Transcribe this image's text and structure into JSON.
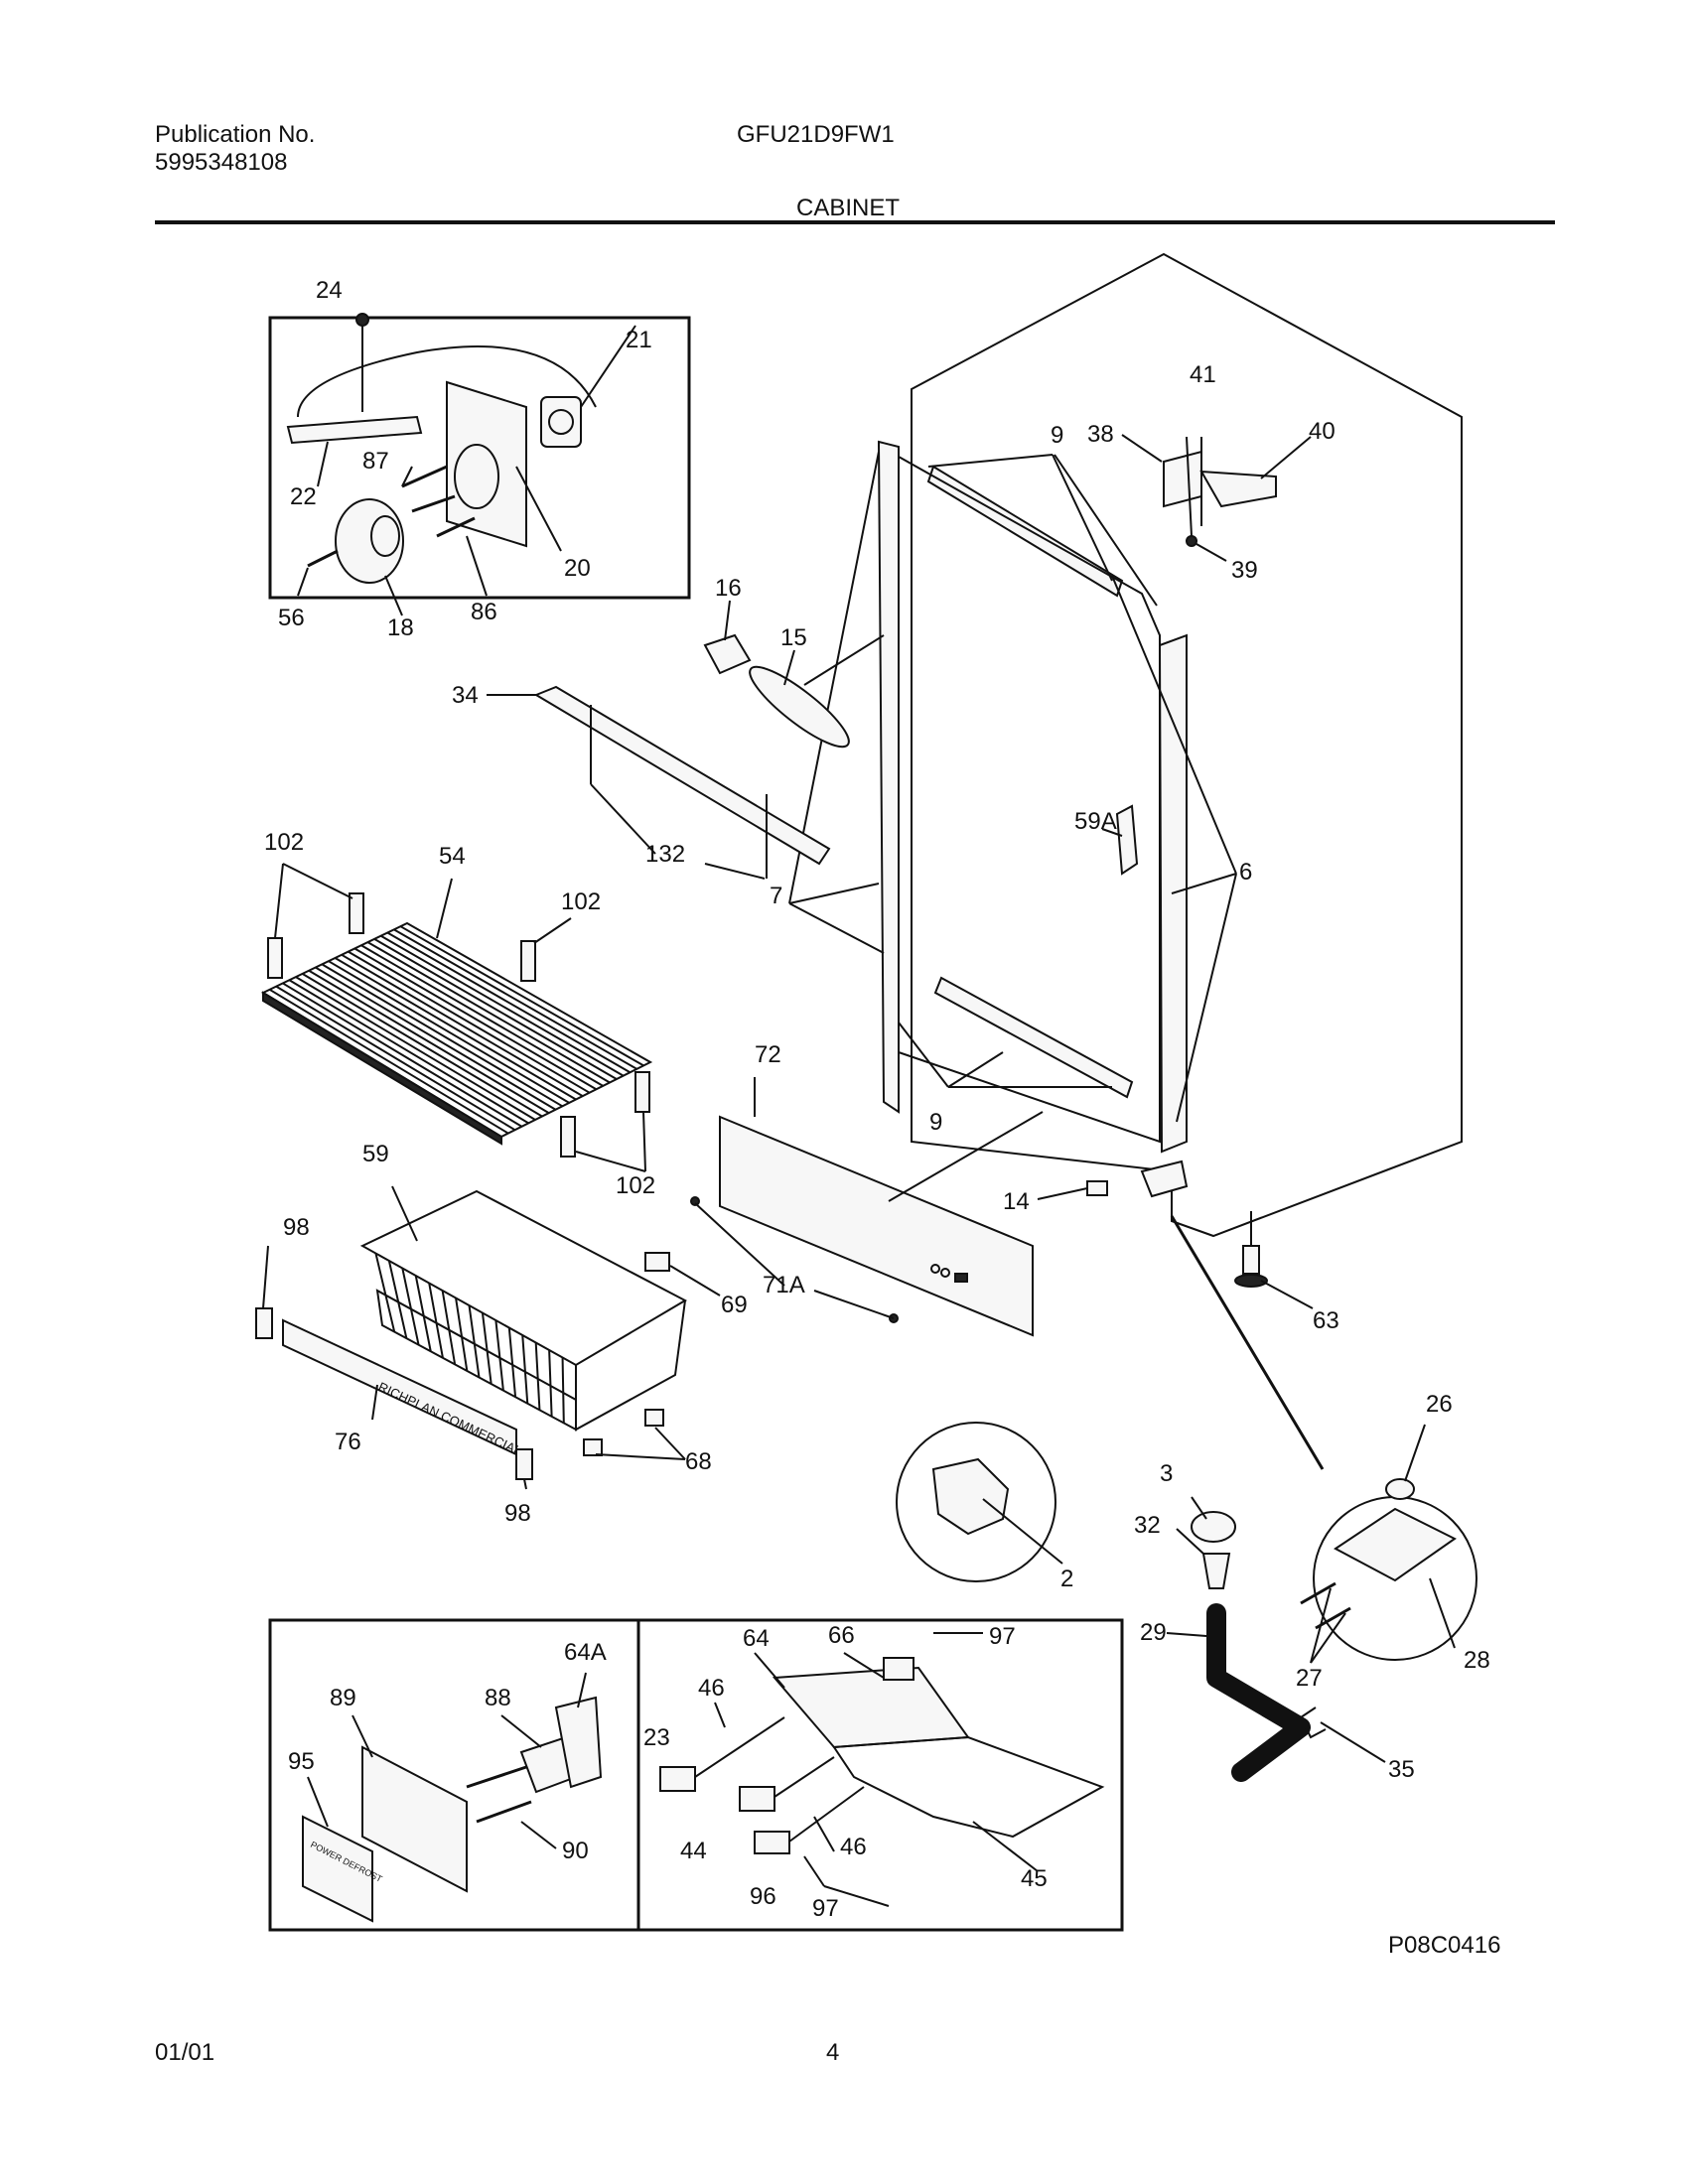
{
  "header": {
    "publication_label": "Publication No.",
    "publication_number": "5995348108",
    "model": "GFU21D9FW1",
    "section": "CABINET"
  },
  "callouts": {
    "c24": "24",
    "c21": "21",
    "c87": "87",
    "c22": "22",
    "c20": "20",
    "c56": "56",
    "c18": "18",
    "c86": "86",
    "c41": "41",
    "c38": "38",
    "c40": "40",
    "c39": "39",
    "c9a": "9",
    "c9b": "9",
    "c16": "16",
    "c15": "15",
    "c34": "34",
    "c132": "132",
    "c59a": "59A",
    "c6": "6",
    "c7": "7",
    "c102a": "102",
    "c54": "54",
    "c102b": "102",
    "c102c": "102",
    "c72": "72",
    "c14": "14",
    "c63": "63",
    "c59": "59",
    "c98a": "98",
    "c69": "69",
    "c71a": "71A",
    "c76": "76",
    "c68": "68",
    "c98b": "98",
    "c2": "2",
    "c3": "3",
    "c32": "32",
    "c29": "29",
    "c26": "26",
    "c27": "27",
    "c28": "28",
    "c35": "35",
    "c64a": "64A",
    "c89": "89",
    "c88": "88",
    "c95": "95",
    "c90": "90",
    "c64": "64",
    "c66": "66",
    "c97a": "97",
    "c46a": "46",
    "c23": "23",
    "c44": "44",
    "c46b": "46",
    "c96": "96",
    "c97b": "97",
    "c45": "45"
  },
  "basket_label_text": "RICHPLAN COMMERCIAL",
  "panel_label_text": "POWER DEFROST",
  "diagram_code": "P08C0416",
  "footer": {
    "date": "01/01",
    "page": "4"
  }
}
